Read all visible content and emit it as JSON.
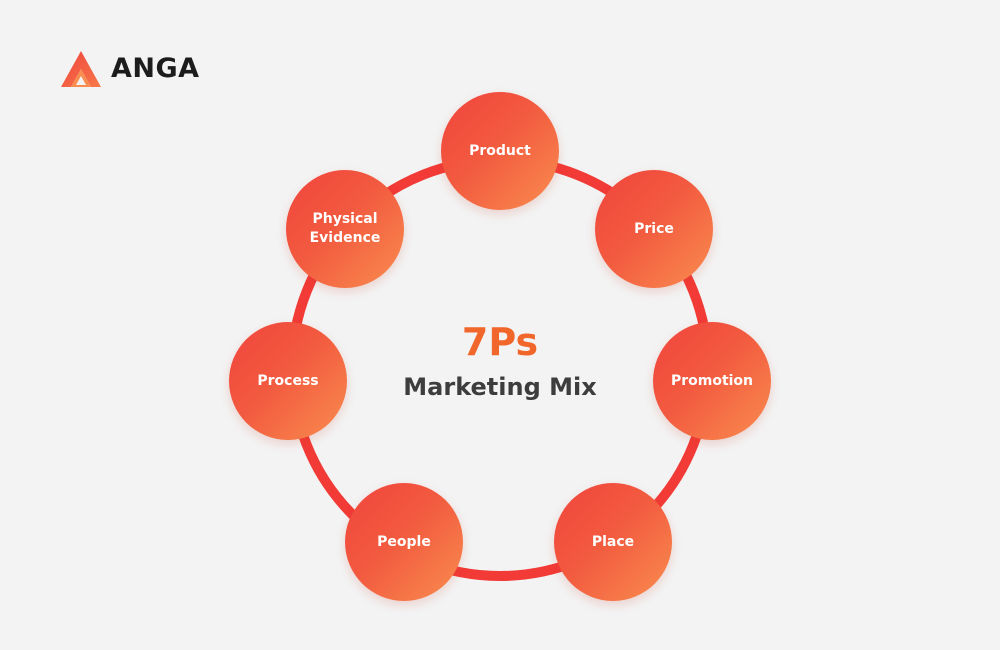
{
  "brand": {
    "name": "ANGA",
    "logo_icon": "anga-logo-icon",
    "colors": {
      "accent": "#f0443d",
      "accent_light": "#f98d4f",
      "text_dark": "#1c1c1c"
    }
  },
  "diagram": {
    "title": "7Ps",
    "subtitle": "Marketing Mix",
    "title_color": "#f1662a",
    "ring_color": "#f23a36",
    "nodes": [
      {
        "label": "Product"
      },
      {
        "label": "Price"
      },
      {
        "label": "Promotion"
      },
      {
        "label": "Place"
      },
      {
        "label": "People"
      },
      {
        "label": "Process"
      },
      {
        "label": "Physical\nEvidence"
      }
    ]
  }
}
